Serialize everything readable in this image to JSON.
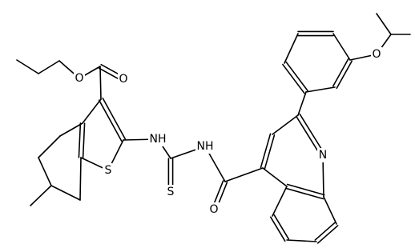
{
  "molecule": {
    "atom_labels": [
      {
        "id": "o_ester_carbonyl",
        "text": "O"
      },
      {
        "id": "o_ester_alkoxy",
        "text": "O"
      },
      {
        "id": "s_thiophene",
        "text": "S"
      },
      {
        "id": "nh_left",
        "text": "NH"
      },
      {
        "id": "nh_right",
        "text": "NH"
      },
      {
        "id": "s_thiourea",
        "text": "S"
      },
      {
        "id": "o_amide",
        "text": "O"
      },
      {
        "id": "n_quinoline",
        "text": "N"
      },
      {
        "id": "o_ether",
        "text": "O"
      }
    ]
  },
  "colors": {
    "bond": "#000000",
    "background": "#ffffff",
    "label": "#000000"
  }
}
